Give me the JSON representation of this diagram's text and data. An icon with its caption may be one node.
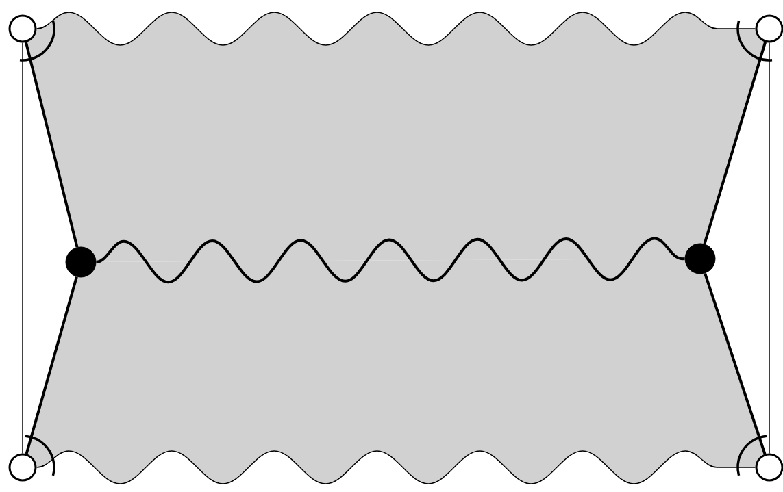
{
  "diagram": {
    "nodes": [
      {
        "text": [],
        "shape": "circle"
      },
      {
        "text": [],
        "shape": "circle"
      },
      {
        "text": [],
        "shape": "dot"
      },
      {
        "text": [],
        "shape": "dot"
      },
      {
        "text": [],
        "shape": "circle"
      },
      {
        "text": [],
        "shape": "circle"
      }
    ],
    "edges": [
      {
        "from": 0,
        "to": 1,
        "arrow": "none"
      },
      {
        "from": 0,
        "to": 2,
        "arrow": "none"
      },
      {
        "from": 1,
        "to": 3,
        "arrow": "none"
      },
      {
        "from": 2,
        "to": 3,
        "arrow": "none"
      },
      {
        "from": 4,
        "to": 2,
        "arrow": "none"
      },
      {
        "from": 5,
        "to": 3,
        "arrow": "none"
      },
      {
        "from": 4,
        "to": 5,
        "arrow": "none"
      },
      {
        "from": 0,
        "to": 4,
        "arrow": "none"
      },
      {
        "from": 1,
        "to": 5,
        "arrow": "none"
      }
    ]
  }
}
